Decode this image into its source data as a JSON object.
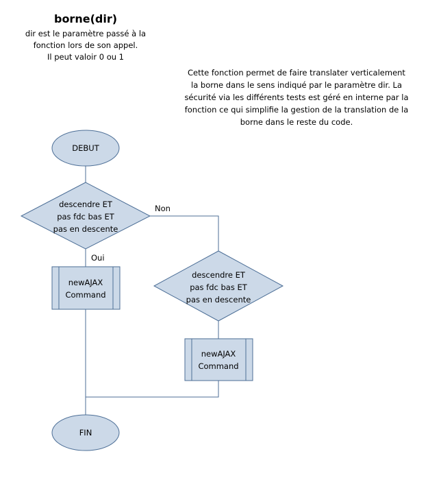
{
  "header": {
    "title": "borne(dir)",
    "param_lines": [
      "dir est le paramètre passé à la",
      "fonction lors de son appel.",
      "Il peut valoir 0 ou 1"
    ]
  },
  "description": {
    "lines": [
      "Cette fonction permet de faire translater verticalement",
      "la borne dans le sens indiqué par le paramètre dir. La",
      "sécurité via les différents tests est géré en interne par la",
      "fonction ce qui simplifie la gestion de la translation de la",
      "borne dans le reste du code."
    ]
  },
  "flowchart": {
    "start_label": "DEBUT",
    "end_label": "FIN",
    "decision_1": [
      "descendre ET",
      "pas fdc bas ET",
      "pas en descente"
    ],
    "decision_2": [
      "descendre ET",
      "pas fdc bas ET",
      "pas en descente"
    ],
    "process_1": [
      "newAJAX",
      "Command"
    ],
    "process_2": [
      "newAJAX",
      "Command"
    ],
    "edge_yes": "Oui",
    "edge_no": "Non"
  },
  "colors": {
    "shape_fill": "#ccd9e8",
    "shape_stroke": "#4c6e96",
    "line": "#4c6e96"
  }
}
